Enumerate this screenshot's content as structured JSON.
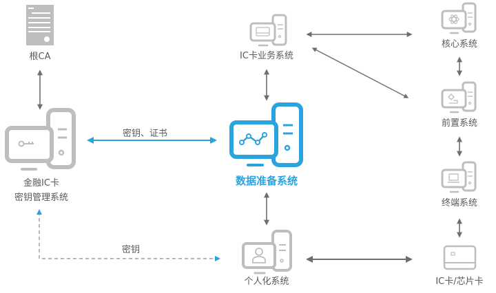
{
  "colors": {
    "node_gray": "#bdbec0",
    "node_gray_dark": "#a9aaac",
    "highlight": "#2aa3df",
    "arrow_gray": "#6d6e71",
    "text": "#555a5e"
  },
  "nodes": [
    {
      "id": "root-ca",
      "label": "根CA",
      "icon": "server-document-icon"
    },
    {
      "id": "kms",
      "label_lines": [
        "金融IC卡",
        "密钥管理系统"
      ],
      "icon": "computer-key-icon"
    },
    {
      "id": "ic-business",
      "label": "IC卡业务系统",
      "icon": "computer-card-icon"
    },
    {
      "id": "data-prep",
      "label": "数据准备系统",
      "icon": "computer-chart-icon",
      "highlight": true
    },
    {
      "id": "personalization",
      "label": "个人化系统",
      "icon": "computer-user-icon"
    },
    {
      "id": "core",
      "label": "核心系统",
      "icon": "computer-atom-icon"
    },
    {
      "id": "front",
      "label": "前置系统",
      "icon": "computer-gear-icon"
    },
    {
      "id": "terminal",
      "label": "终端系统",
      "icon": "computer-monitor-icon"
    },
    {
      "id": "ic-card",
      "label": "IC卡/芯片卡",
      "icon": "chip-card-icon"
    }
  ],
  "edges": [
    {
      "from": "root-ca",
      "to": "kms",
      "style": "solid",
      "direction": "both"
    },
    {
      "from": "kms",
      "to": "data-prep",
      "style": "solid-blue",
      "direction": "both",
      "label": "密钥、证书"
    },
    {
      "from": "kms",
      "to": "personalization",
      "style": "dashed-blue",
      "direction": "both",
      "label": "密钥"
    },
    {
      "from": "ic-business",
      "to": "data-prep",
      "style": "solid",
      "direction": "both"
    },
    {
      "from": "data-prep",
      "to": "personalization",
      "style": "solid",
      "direction": "both"
    },
    {
      "from": "ic-business",
      "to": "core",
      "style": "solid",
      "direction": "both"
    },
    {
      "from": "ic-business",
      "to": "front",
      "style": "solid",
      "direction": "both"
    },
    {
      "from": "core",
      "to": "front",
      "style": "solid",
      "direction": "both"
    },
    {
      "from": "front",
      "to": "terminal",
      "style": "solid",
      "direction": "both"
    },
    {
      "from": "terminal",
      "to": "ic-card",
      "style": "solid",
      "direction": "both"
    },
    {
      "from": "personalization",
      "to": "ic-card",
      "style": "solid",
      "direction": "both"
    }
  ],
  "edge_labels": {
    "kms_data_prep": "密钥、证书",
    "kms_personalization": "密钥"
  }
}
